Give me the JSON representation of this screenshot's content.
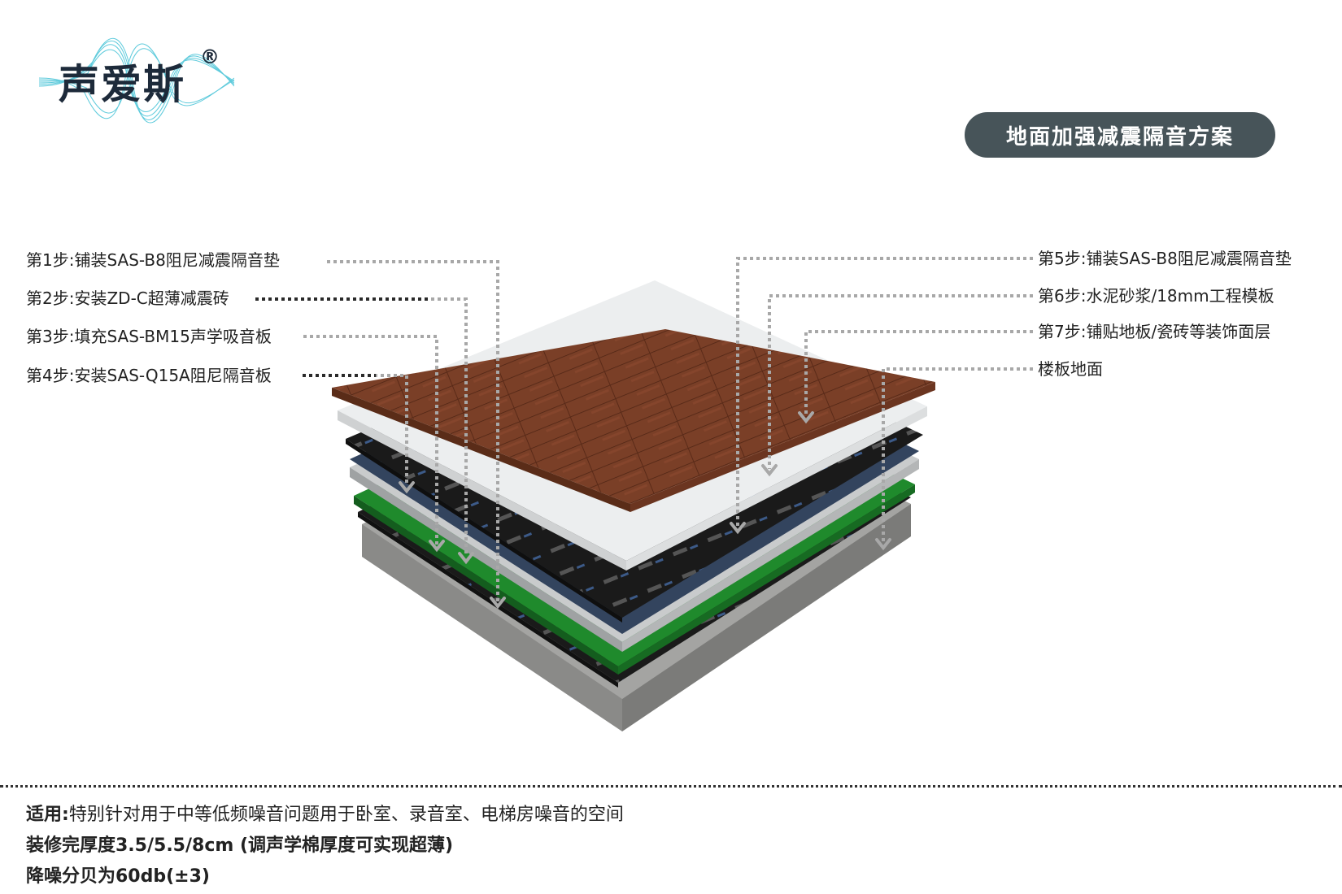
{
  "brand": {
    "name": "声爱斯",
    "registered": "®"
  },
  "title": "地面加强减震隔音方案",
  "steps_left": [
    "第1步:铺装SAS-B8阻尼减震隔音垫",
    "第2步:安装ZD-C超薄减震砖",
    "第3步:填充SAS-BM15声学吸音板",
    "第4步:安装SAS-Q15A阻尼隔音板"
  ],
  "steps_right": [
    "第5步:铺装SAS-B8阻尼减震隔音垫",
    "第6步:水泥砂浆/18mm工程模板",
    "第7步:铺贴地板/瓷砖等装饰面层",
    "楼板地面"
  ],
  "footer": {
    "usage_label": "适用:",
    "usage_text": "特别针对用于中等低频噪音问题用于卧室、录音室、电梯房噪音的空间",
    "thickness": "装修完厚度3.5/5.5/8cm (调声学棉厚度可实现超薄)",
    "noise_reduction": "降噪分贝为60db(±3)"
  },
  "colors": {
    "title_pill": "#475459",
    "wood": "#7a3f27",
    "concrete": "#9a9a98",
    "green_layer": "#1f8a2c",
    "black_layer": "#1a1a1a",
    "blue_layer": "#33445e",
    "white_layer": "#eceeef",
    "logo_wave": "#44c2d6"
  }
}
